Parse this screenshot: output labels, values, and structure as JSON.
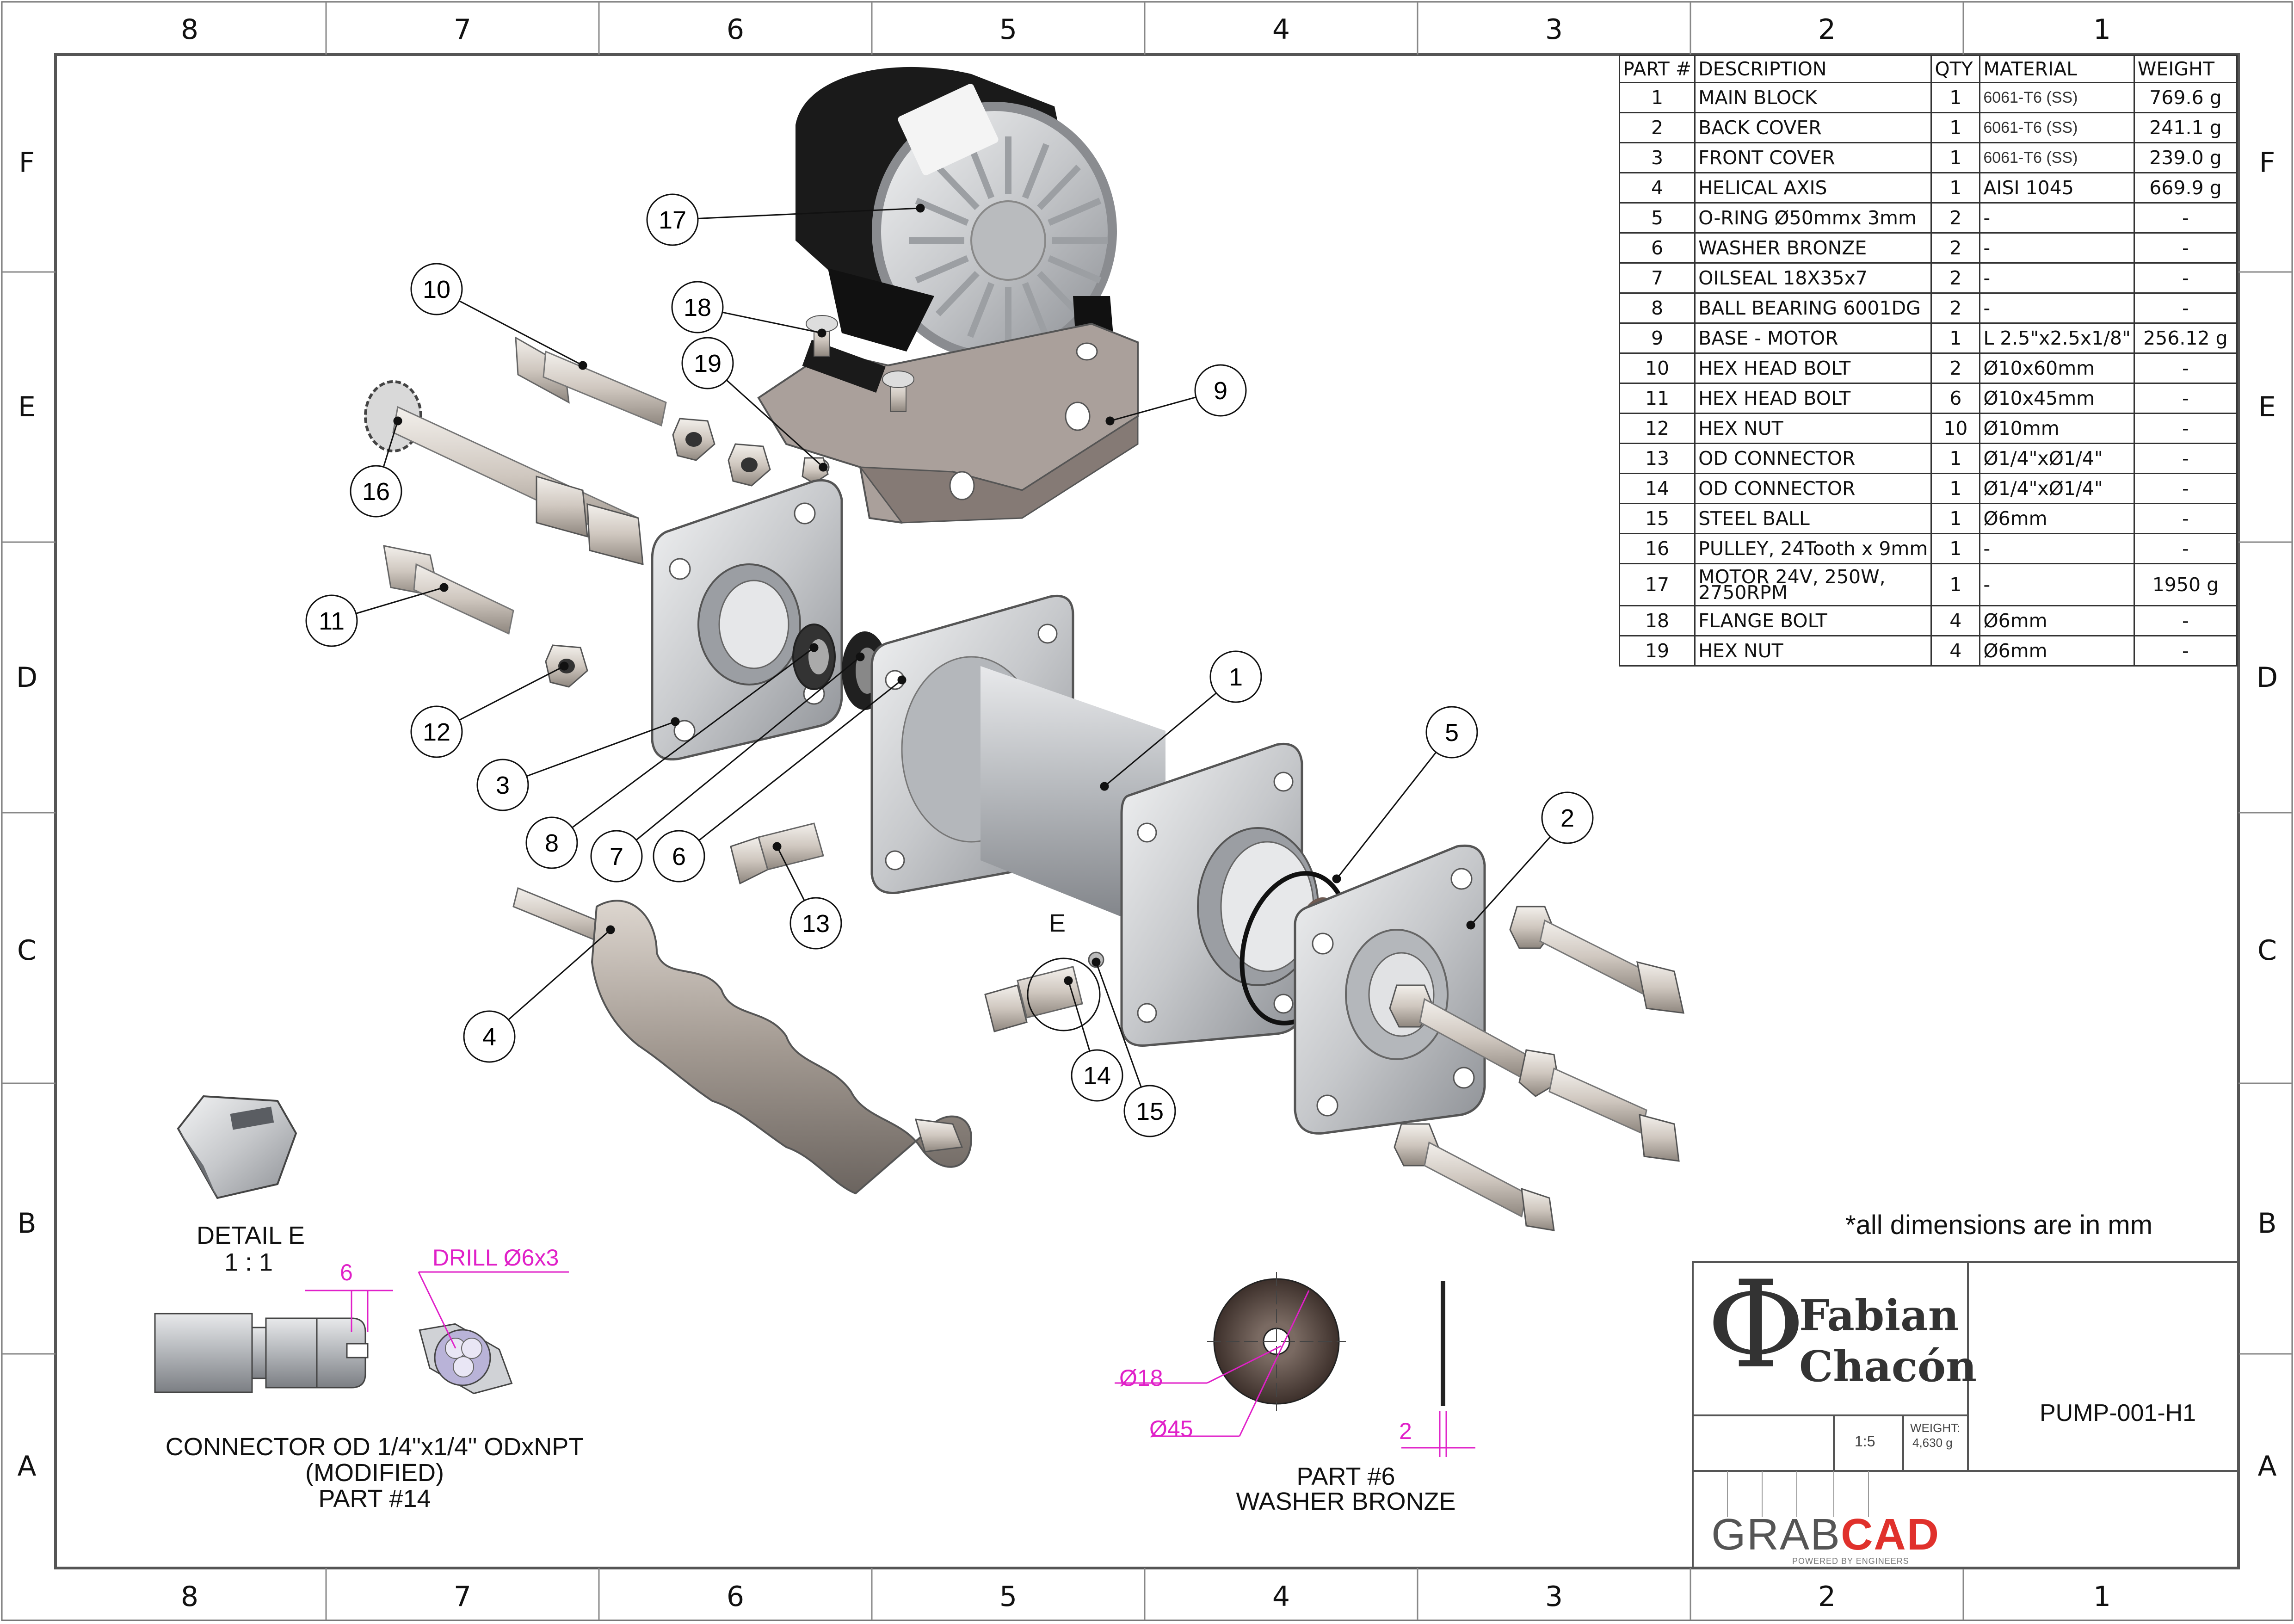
{
  "zones": {
    "columns": [
      "8",
      "7",
      "6",
      "5",
      "4",
      "3",
      "2",
      "1"
    ],
    "rows": [
      "F",
      "E",
      "D",
      "C",
      "B",
      "A"
    ]
  },
  "bom": {
    "headers": [
      "PART #",
      "DESCRIPTION",
      "QTY",
      "MATERIAL",
      "WEIGHT"
    ],
    "rows": [
      {
        "part": "1",
        "description": "MAIN BLOCK",
        "qty": "1",
        "material": "6061-T6 (SS)",
        "weight": "769.6 g"
      },
      {
        "part": "2",
        "description": "BACK COVER",
        "qty": "1",
        "material": "6061-T6 (SS)",
        "weight": "241.1 g"
      },
      {
        "part": "3",
        "description": "FRONT COVER",
        "qty": "1",
        "material": "6061-T6 (SS)",
        "weight": "239.0 g"
      },
      {
        "part": "4",
        "description": "HELICAL AXIS",
        "qty": "1",
        "material": "AISI 1045",
        "weight": "669.9 g"
      },
      {
        "part": "5",
        "description": "O-RING Ø50mmx 3mm",
        "qty": "2",
        "material": "-",
        "weight": "-"
      },
      {
        "part": "6",
        "description": "WASHER BRONZE",
        "qty": "2",
        "material": "-",
        "weight": "-"
      },
      {
        "part": "7",
        "description": "OILSEAL 18X35x7",
        "qty": "2",
        "material": "-",
        "weight": "-"
      },
      {
        "part": "8",
        "description": "BALL BEARING  6001DG",
        "qty": "2",
        "material": "-",
        "weight": "-"
      },
      {
        "part": "9",
        "description": "BASE - MOTOR",
        "qty": "1",
        "material": "L 2.5\"x2.5x1/8\"",
        "weight": "256.12 g"
      },
      {
        "part": "10",
        "description": "HEX HEAD BOLT",
        "qty": "2",
        "material": "Ø10x60mm",
        "weight": "-"
      },
      {
        "part": "11",
        "description": "HEX HEAD BOLT",
        "qty": "6",
        "material": "Ø10x45mm",
        "weight": "-"
      },
      {
        "part": "12",
        "description": "HEX NUT",
        "qty": "10",
        "material": "Ø10mm",
        "weight": "-"
      },
      {
        "part": "13",
        "description": "OD CONNECTOR",
        "qty": "1",
        "material": "Ø1/4\"xØ1/4\"",
        "weight": "-"
      },
      {
        "part": "14",
        "description": "OD CONNECTOR",
        "qty": "1",
        "material": "Ø1/4\"xØ1/4\"",
        "weight": "-"
      },
      {
        "part": "15",
        "description": "STEEL BALL",
        "qty": "1",
        "material": "Ø6mm",
        "weight": "-"
      },
      {
        "part": "16",
        "description": "PULLEY, 24Tooth x 9mm",
        "qty": "1",
        "material": "-",
        "weight": "-"
      },
      {
        "part": "17",
        "description": "MOTOR 24V, 250W, 2750RPM",
        "qty": "1",
        "material": "-",
        "weight": "1950 g"
      },
      {
        "part": "18",
        "description": "FLANGE BOLT",
        "qty": "4",
        "material": "Ø6mm",
        "weight": "-"
      },
      {
        "part": "19",
        "description": "HEX NUT",
        "qty": "4",
        "material": "Ø6mm",
        "weight": "-"
      }
    ]
  },
  "balloons": [
    "1",
    "2",
    "3",
    "4",
    "5",
    "6",
    "7",
    "8",
    "9",
    "10",
    "11",
    "12",
    "13",
    "14",
    "15",
    "16",
    "17",
    "18",
    "19"
  ],
  "detail_e": {
    "marker": "E",
    "title": "DETAIL E",
    "scale": "1 : 1",
    "dim_6": "6",
    "drill_note": "DRILL Ø6x3",
    "caption_line1": "CONNECTOR OD 1/4\"x1/4\" ODxNPT",
    "caption_line2": "(MODIFIED)",
    "caption_line3": "PART #14"
  },
  "washer_detail": {
    "dim_inner": "Ø18",
    "dim_outer": "Ø45",
    "dim_thickness": "2",
    "caption_line1": "PART #6",
    "caption_line2": "WASHER BRONZE"
  },
  "notes": {
    "units": "*all dimensions are in mm"
  },
  "title_block": {
    "logo_phi": "Φ",
    "author_first": "Fabian",
    "author_last": "Chacón",
    "drawing_number": "PUMP-001-H1",
    "scale": "1:5",
    "weight_label": "WEIGHT:",
    "weight_value": "4,630 g",
    "grabcad_grab": "GRAB",
    "grabcad_cad": "CAD",
    "grabcad_tagline": "POWERED BY ENGINEERS"
  },
  "colors": {
    "dimension": "#e020c8",
    "grabcad_red": "#e0312c",
    "grabcad_gray": "#555555",
    "motor_black": "#1a1a1a",
    "aluminum": "#c9cbce",
    "bracket": "#a89d98"
  }
}
